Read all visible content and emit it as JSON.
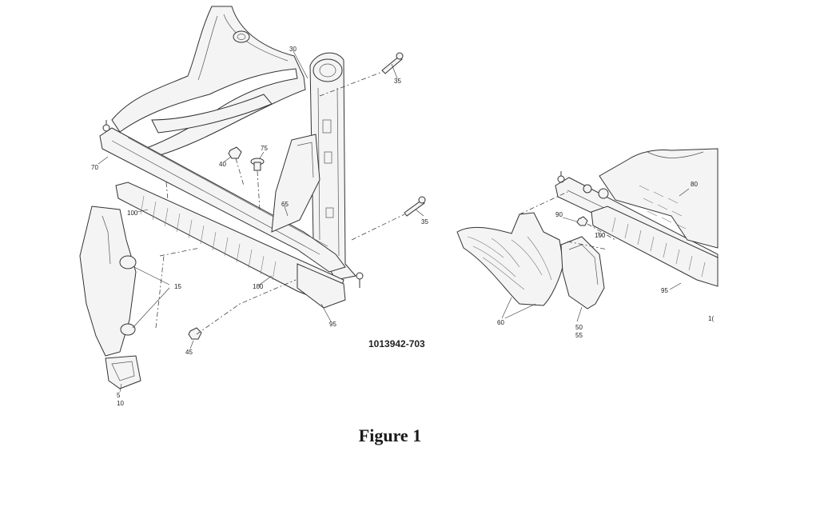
{
  "callouts": {
    "c30": "30",
    "c35a": "35",
    "c35b": "35",
    "c75": "75",
    "c40": "40",
    "c70": "70",
    "c65": "65",
    "c100a": "100",
    "c100b": "100",
    "c15": "15",
    "c45": "45",
    "c95a": "95",
    "c5": "5",
    "c10": "10",
    "c80": "80",
    "c90": "90",
    "c100c": "100",
    "c95b": "95",
    "c60": "60",
    "c50": "50",
    "c55": "55",
    "c1x": "1("
  },
  "part_number": "1013942-703",
  "caption": "Figure 1"
}
